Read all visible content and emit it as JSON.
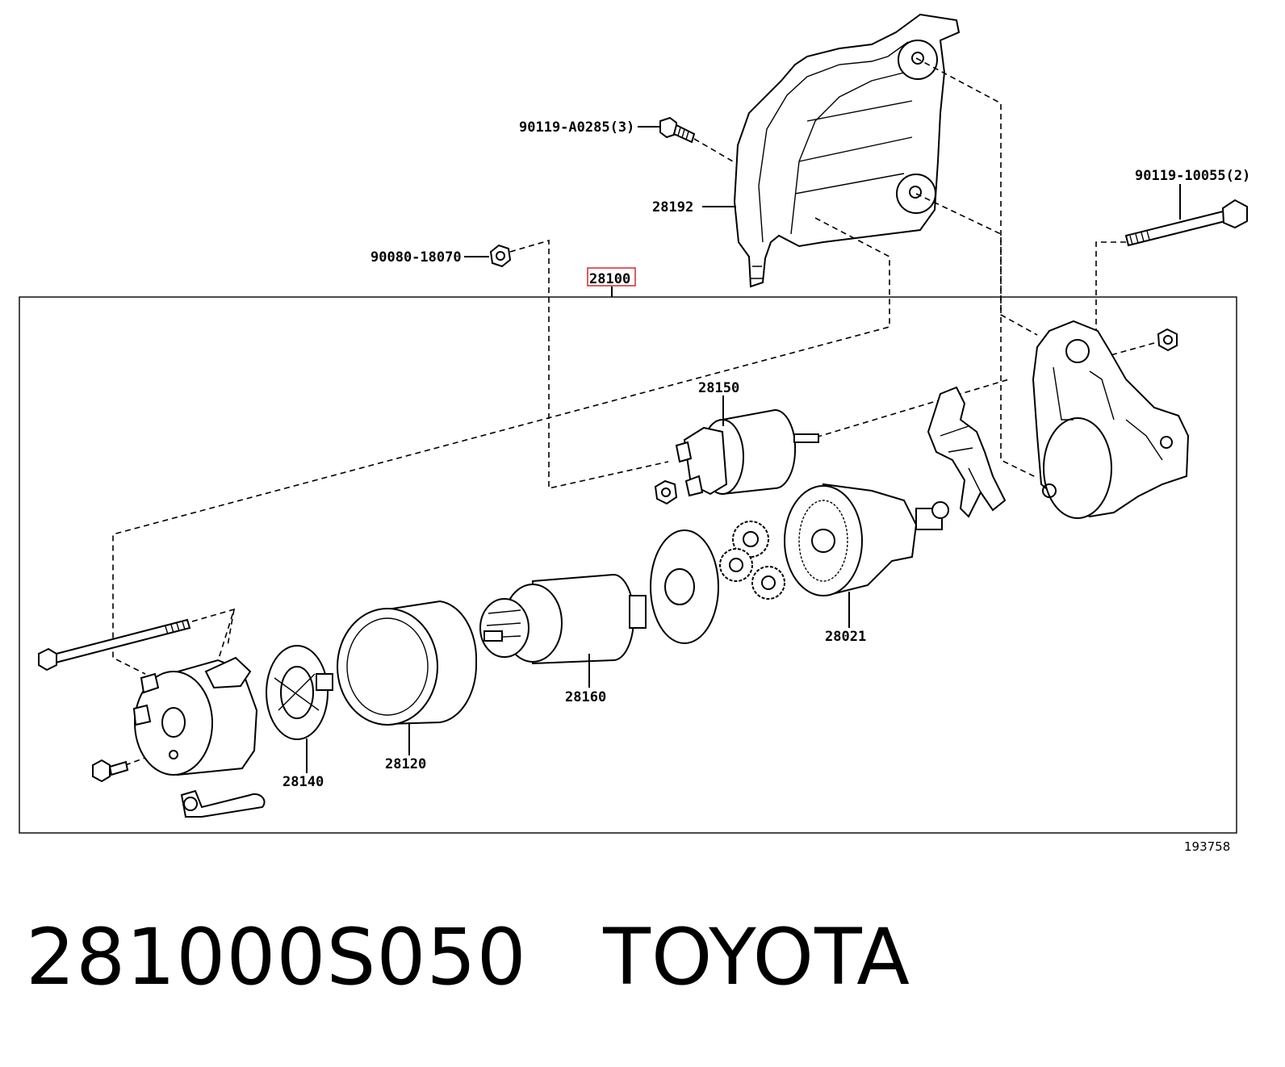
{
  "title": {
    "part_number": "281000S050",
    "brand": "TOYOTA"
  },
  "diagram": {
    "reference_id": "193758",
    "highlighted_part": "28100",
    "callouts": {
      "bolt_top": "90119-A0285(3)",
      "cover": "28192",
      "bolt_long": "90119-10055(2)",
      "nut": "90080-18070",
      "assembly": "28100",
      "solenoid": "28150",
      "planetary": "28021",
      "armature": "28160",
      "yoke": "28120",
      "brush_holder": "28140"
    },
    "colors": {
      "line": "#000000",
      "highlight": "#d62828"
    }
  }
}
